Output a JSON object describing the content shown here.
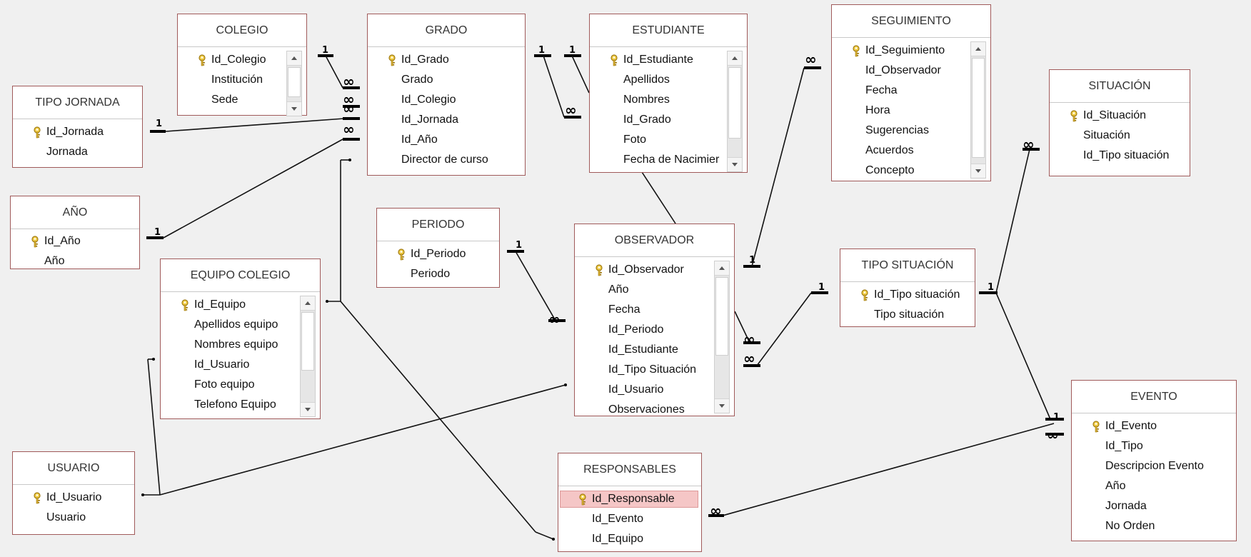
{
  "tables": {
    "colegio": {
      "title": "COLEGIO",
      "fields": [
        "Id_Colegio",
        "Institución",
        "Sede"
      ]
    },
    "grado": {
      "title": "GRADO",
      "fields": [
        "Id_Grado",
        "Grado",
        "Id_Colegio",
        "Id_Jornada",
        "Id_Año",
        "Director de curso"
      ]
    },
    "estudiante": {
      "title": "ESTUDIANTE",
      "fields": [
        "Id_Estudiante",
        "Apellidos",
        "Nombres",
        "Id_Grado",
        "Foto",
        "Fecha de Nacimier"
      ]
    },
    "seguimiento": {
      "title": "SEGUIMIENTO",
      "fields": [
        "Id_Seguimiento",
        "Id_Observador",
        "Fecha",
        "Hora",
        "Sugerencias",
        "Acuerdos",
        "Concepto"
      ]
    },
    "situacion": {
      "title": "SITUACIÓN",
      "fields": [
        "Id_Situación",
        "Situación",
        "Id_Tipo situación"
      ]
    },
    "tipo_jornada": {
      "title": "TIPO JORNADA",
      "fields": [
        "Id_Jornada",
        "Jornada"
      ]
    },
    "anio": {
      "title": "AÑO",
      "fields": [
        "Id_Año",
        "Año"
      ]
    },
    "periodo": {
      "title": "PERIODO",
      "fields": [
        "Id_Periodo",
        "Periodo"
      ]
    },
    "observador": {
      "title": "OBSERVADOR",
      "fields": [
        "Id_Observador",
        "Año",
        "Fecha",
        "Id_Periodo",
        "Id_Estudiante",
        "Id_Tipo Situación",
        "Id_Usuario",
        "Observaciones"
      ]
    },
    "tipo_situacion": {
      "title": "TIPO SITUACIÓN",
      "fields": [
        "Id_Tipo situación",
        "Tipo situación"
      ]
    },
    "equipo_colegio": {
      "title": "EQUIPO COLEGIO",
      "fields": [
        "Id_Equipo",
        "Apellidos equipo",
        "Nombres equipo",
        "Id_Usuario",
        "Foto equipo",
        "Telefono Equipo"
      ]
    },
    "usuario": {
      "title": "USUARIO",
      "fields": [
        "Id_Usuario",
        "Usuario"
      ]
    },
    "responsables": {
      "title": "RESPONSABLES",
      "fields": [
        "Id_Responsable",
        "Id_Evento",
        "Id_Equipo"
      ]
    },
    "evento": {
      "title": "EVENTO",
      "fields": [
        "Id_Evento",
        "Id_Tipo",
        "Descripcion Evento",
        "Año",
        "Jornada",
        "No Orden"
      ]
    }
  },
  "cardinality": {
    "one": "1",
    "many": "∞"
  },
  "colors": {
    "border": "#a05a5a",
    "background": "#f0f0f0",
    "highlight": "#f5c6c6",
    "key": "#e0b020"
  }
}
